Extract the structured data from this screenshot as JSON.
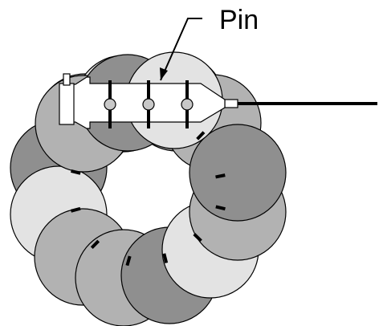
{
  "callout": {
    "label": "Pin"
  },
  "colors": {
    "dark_gray": "#8f8f8f",
    "medium_gray": "#b2b2b2",
    "light_gray": "#e3e3e3",
    "outline": "#000000",
    "housing_fill": "#ffffff"
  },
  "discs": [
    {
      "shade": "medium_gray"
    },
    {
      "shade": "light_gray"
    },
    {
      "shade": "dark_gray"
    },
    {
      "shade": "medium_gray"
    },
    {
      "shade": "dark_gray"
    },
    {
      "shade": "medium_gray"
    },
    {
      "shade": "light_gray"
    },
    {
      "shade": "dark_gray"
    },
    {
      "shade": "medium_gray"
    },
    {
      "shade": "medium_gray"
    },
    {
      "shade": "light_gray"
    },
    {
      "shade": "dark_gray"
    },
    {
      "shade": "medium_gray"
    },
    {
      "shade": "dark_gray"
    },
    {
      "shade": "light_gray"
    }
  ]
}
